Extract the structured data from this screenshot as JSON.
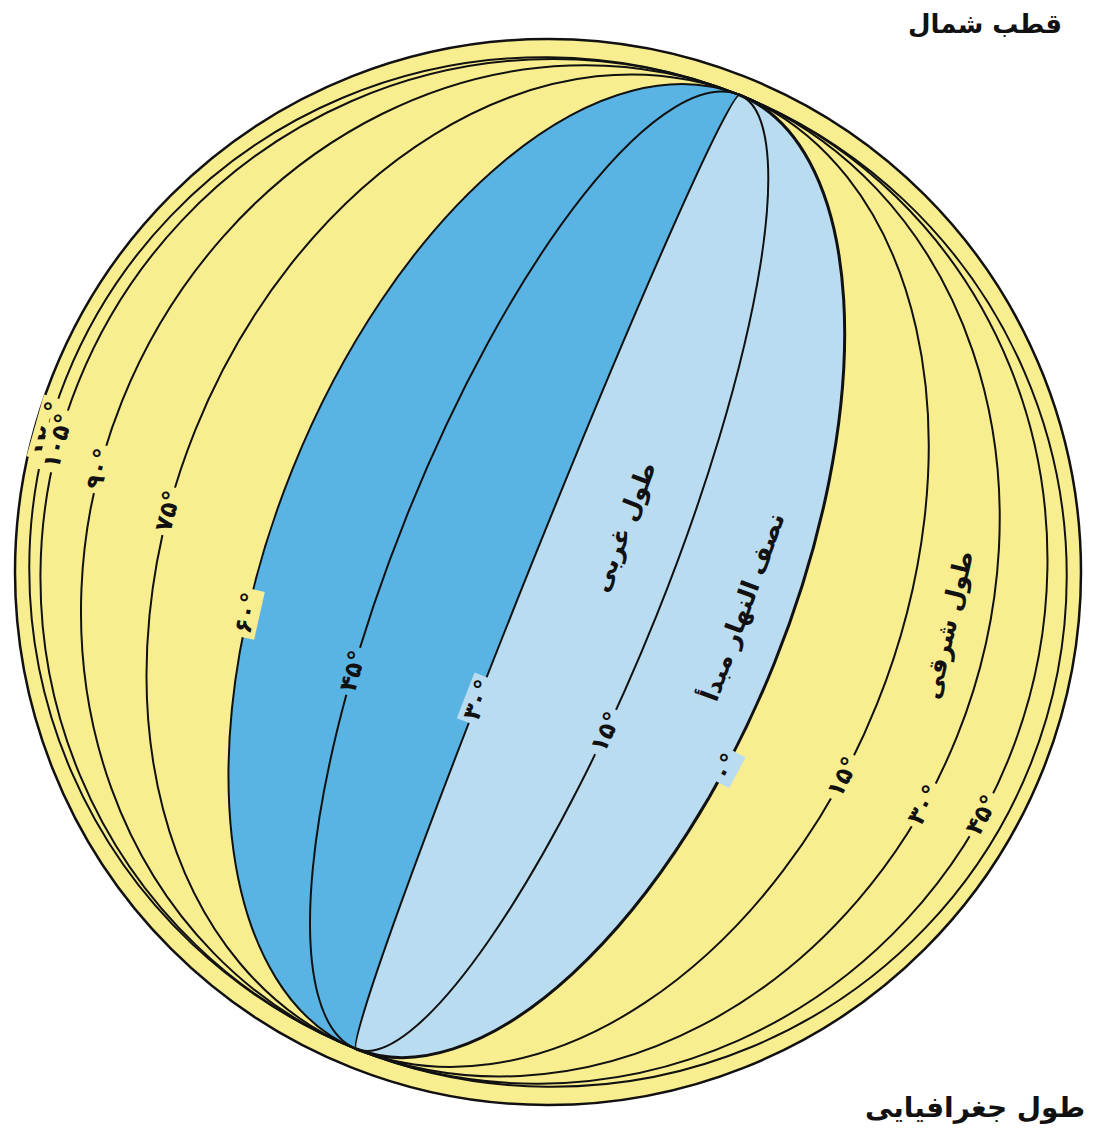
{
  "diagram": {
    "caption": "طول جغرافیایی",
    "labels": [
      "قطب شمال",
      "۱۲۰°",
      "۱۰۵°",
      "۹۰°",
      "۷۵°",
      "۶۰°",
      "۴۵°",
      "۳۰°",
      "۱۵°",
      "طول غربی",
      "نصف النهار مبدأ",
      "۰°",
      "طول شرقی",
      "۱۵°",
      "۳۰°",
      "۴۵°"
    ]
  }
}
